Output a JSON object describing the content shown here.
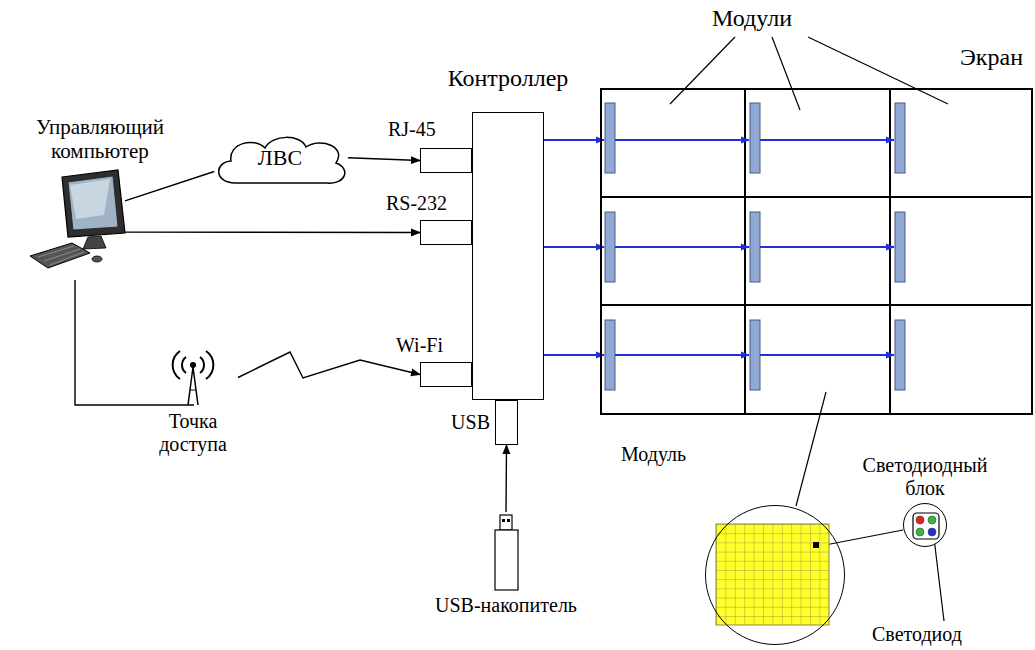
{
  "diagram": {
    "nodes": [
      {
        "text": [
          "Управляющий компьютер"
        ]
      },
      {
        "text": [
          "ЛВС"
        ]
      },
      {
        "text": [
          "Контроллер"
        ]
      },
      {
        "text": [
          "RJ-45"
        ]
      },
      {
        "text": [
          "RS-232"
        ]
      },
      {
        "text": [
          "Wi-Fi"
        ]
      },
      {
        "text": [
          "USB"
        ]
      },
      {
        "text": [
          "Точка доступа"
        ]
      },
      {
        "text": [
          "USB-накопитель"
        ]
      },
      {
        "text": [
          "Экран"
        ]
      },
      {
        "text": [
          "Модуль"
        ]
      },
      {
        "text": [
          "Светодиодный блок"
        ]
      }
    ],
    "edges": [
      {
        "from": 0,
        "to": 1,
        "arrow": "none"
      },
      {
        "from": 1,
        "to": 3,
        "arrow": "to"
      },
      {
        "from": 0,
        "to": 4,
        "arrow": "to"
      },
      {
        "from": 0,
        "to": 7,
        "arrow": "none"
      },
      {
        "from": 7,
        "to": 5,
        "arrow": "to"
      },
      {
        "from": 8,
        "to": 6,
        "arrow": "to"
      }
    ],
    "labels": [
      "Модули",
      "Светодиод"
    ]
  }
}
